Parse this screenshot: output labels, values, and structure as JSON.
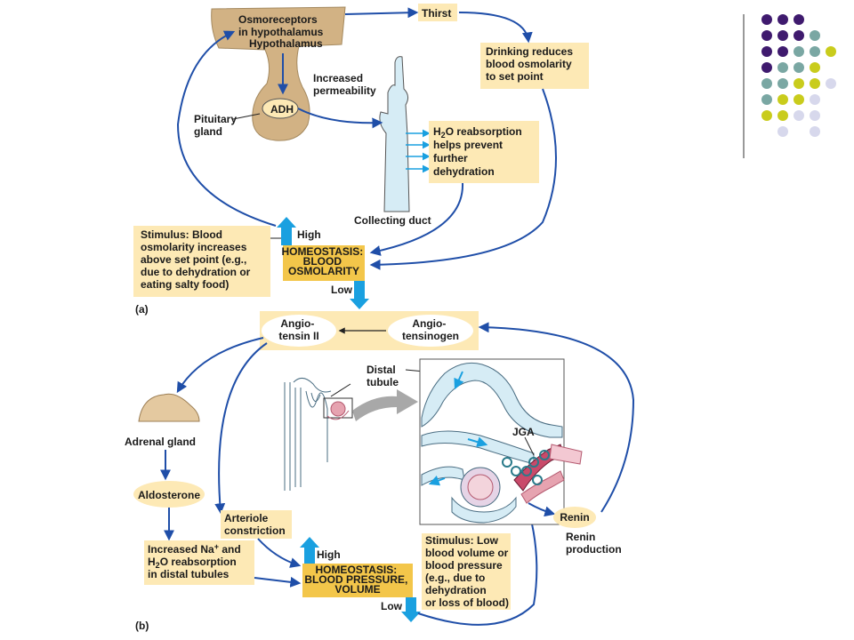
{
  "colors": {
    "box_fill": "#fde9b5",
    "homeostasis_fill": "#f3c64a",
    "arrow_blue": "#1f4ea8",
    "arrow_cyan": "#1aa0e0",
    "tissue_tan": "#d2b284",
    "duct_blue": "#d6ecf5",
    "dot_purple": "#3f1a6e",
    "dot_teal": "#7aa7a3",
    "dot_olive": "#c9cc1c",
    "dot_lavender": "#d7d8ec"
  },
  "panel_a": {
    "osmoreceptors": [
      "Osmoreceptors",
      "in hypothalamus"
    ],
    "hypothalamus": "Hypothalamus",
    "adh": "ADH",
    "pituitary": [
      "Pituitary",
      "gland"
    ],
    "increased_permeability": [
      "Increased",
      "permeability"
    ],
    "thirst": "Thirst",
    "drinking": [
      "Drinking reduces",
      "blood osmolarity",
      "to set point"
    ],
    "h2o_reabsorption": {
      "h": "H",
      "sub": "2",
      "rest": "O reabsorption",
      "lines": [
        "helps prevent",
        "further",
        "dehydration"
      ]
    },
    "collecting_duct": "Collecting duct",
    "stimulus": {
      "bold": "Stimulus:",
      "first": " Blood",
      "lines": [
        "osmolarity increases",
        "above set point (e.g.,",
        "due to dehydration or",
        "eating salty food)"
      ]
    },
    "high": "High",
    "low": "Low",
    "homeostasis": [
      "HOMEOSTASIS:",
      "BLOOD",
      "OSMOLARITY"
    ],
    "label": "(a)"
  },
  "panel_b": {
    "angiotensin_ii": [
      "Angio-",
      "tensin II"
    ],
    "angiotensinogen": [
      "Angio-",
      "tensinogen"
    ],
    "distal_tubule": [
      "Distal",
      "tubule"
    ],
    "adrenal_gland": "Adrenal gland",
    "aldosterone": "Aldosterone",
    "arteriole": [
      "Arteriole",
      "constriction"
    ],
    "increased_na": {
      "line1_pre": "Increased Na",
      "line1_sup": "+",
      "line1_post": " and",
      "line2_h": "H",
      "line2_sub": "2",
      "line2_rest": "O reabsorption",
      "line3": "in distal tubules"
    },
    "jga": "JGA",
    "renin": "Renin",
    "renin_production": [
      "Renin",
      "production"
    ],
    "stimulus": {
      "bold": "Stimulus:",
      "first": " Low",
      "lines": [
        "blood volume or",
        "blood pressure",
        "(e.g., due to",
        "dehydration",
        "or loss of blood)"
      ]
    },
    "high": "High",
    "low": "Low",
    "homeostasis": [
      "HOMEOSTASIS:",
      "BLOOD PRESSURE,",
      "VOLUME"
    ],
    "label": "(b)"
  }
}
